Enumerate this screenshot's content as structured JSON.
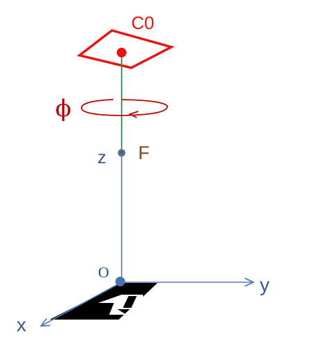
{
  "labels": {
    "camera": "C0",
    "rotation": "ϕ",
    "z_axis": "z",
    "focal_point": "F",
    "origin": "O",
    "y_axis": "y",
    "x_axis": "x"
  },
  "colors": {
    "camera": "#ee1111",
    "rotation": "#c00000",
    "optical_axis": "#22a046",
    "axes": "#4f7fc0",
    "axis_labels": "#3a5a8c",
    "focal_label": "#7a4a1a",
    "origin_label": "#2f4f7f",
    "point": "#4a72b0",
    "marker": "#000000"
  },
  "icons": {
    "marker": "r-letter-marker-icon"
  }
}
